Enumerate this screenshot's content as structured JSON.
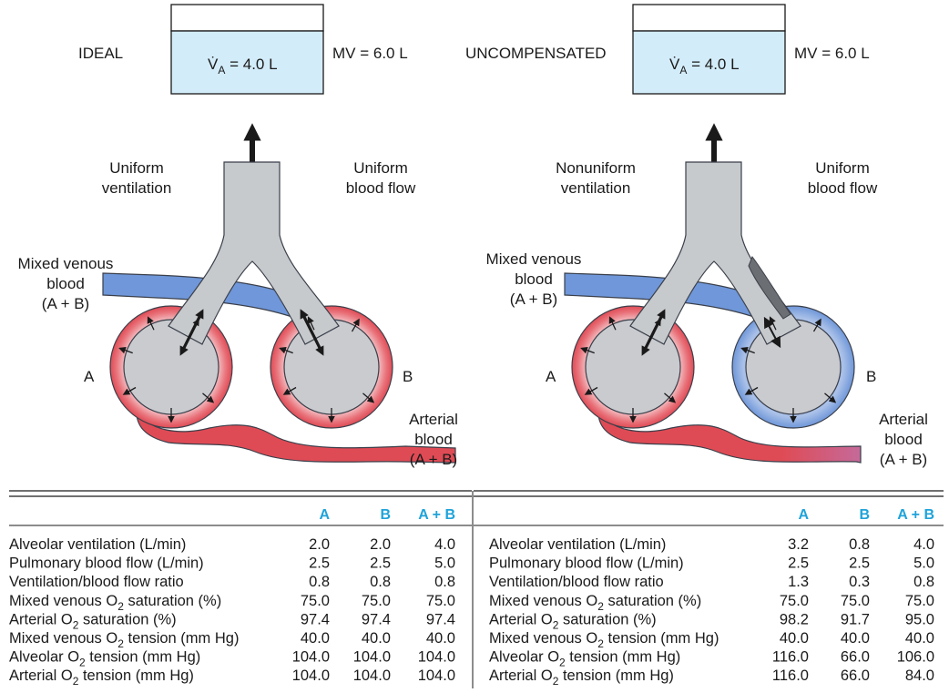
{
  "panels": [
    {
      "mode": "IDEAL",
      "va_main": "V̇",
      "va_sub": "A",
      "va_value": " = 4.0 L",
      "mv": "MV = 6.0 L",
      "vent_label": [
        "Uniform",
        "ventilation"
      ],
      "flow_label": [
        "Uniform",
        "blood flow"
      ],
      "venous_label": [
        "Mixed venous",
        "blood",
        "(A + B)"
      ],
      "arterial_label": [
        "Arterial",
        "blood",
        "(A + B)"
      ],
      "alv_a": "A",
      "alv_b": "B"
    },
    {
      "mode": "UNCOMPENSATED",
      "va_main": "V̇",
      "va_sub": "A",
      "va_value": " = 4.0 L",
      "mv": "MV = 6.0 L",
      "vent_label": [
        "Nonuniform",
        "ventilation"
      ],
      "flow_label": [
        "Uniform",
        "blood flow"
      ],
      "venous_label": [
        "Mixed venous",
        "blood",
        "(A + B)"
      ],
      "arterial_label": [
        "Arterial",
        "blood",
        "(A + B)"
      ],
      "alv_a": "A",
      "alv_b": "B"
    }
  ],
  "tables": [
    {
      "headers": [
        "A",
        "B",
        "A + B"
      ],
      "rows": [
        {
          "label": [
            "Alveolar ventilation (L/min)"
          ],
          "values": [
            "2.0",
            "2.0",
            "4.0"
          ]
        },
        {
          "label": [
            "Pulmonary blood flow (L/min)"
          ],
          "values": [
            "2.5",
            "2.5",
            "5.0"
          ]
        },
        {
          "label": [
            "Ventilation/blood flow ratio"
          ],
          "values": [
            "0.8",
            "0.8",
            "0.8"
          ]
        },
        {
          "label": [
            "Mixed venous O",
            "2",
            " saturation (%)"
          ],
          "values": [
            "75.0",
            "75.0",
            "75.0"
          ]
        },
        {
          "label": [
            "Arterial O",
            "2",
            " saturation (%)"
          ],
          "values": [
            "97.4",
            "97.4",
            "97.4"
          ]
        },
        {
          "label": [
            "Mixed venous O",
            "2",
            " tension (mm Hg)"
          ],
          "values": [
            "40.0",
            "40.0",
            "40.0"
          ]
        },
        {
          "label": [
            "Alveolar O",
            "2",
            " tension (mm Hg)"
          ],
          "values": [
            "104.0",
            "104.0",
            "104.0"
          ]
        },
        {
          "label": [
            "Arterial O",
            "2",
            " tension (mm Hg)"
          ],
          "values": [
            "104.0",
            "104.0",
            "104.0"
          ]
        }
      ]
    },
    {
      "headers": [
        "A",
        "B",
        "A + B"
      ],
      "rows": [
        {
          "label": [
            "Alveolar ventilation (L/min)"
          ],
          "values": [
            "3.2",
            "0.8",
            "4.0"
          ]
        },
        {
          "label": [
            "Pulmonary blood flow (L/min)"
          ],
          "values": [
            "2.5",
            "2.5",
            "5.0"
          ]
        },
        {
          "label": [
            "Ventilation/blood flow ratio"
          ],
          "values": [
            "1.3",
            "0.3",
            "0.8"
          ]
        },
        {
          "label": [
            "Mixed venous O",
            "2",
            " saturation (%)"
          ],
          "values": [
            "75.0",
            "75.0",
            "75.0"
          ]
        },
        {
          "label": [
            "Arterial O",
            "2",
            " saturation (%)"
          ],
          "values": [
            "98.2",
            "91.7",
            "95.0"
          ]
        },
        {
          "label": [
            "Mixed venous O",
            "2",
            " tension (mm Hg)"
          ],
          "values": [
            "40.0",
            "40.0",
            "40.0"
          ]
        },
        {
          "label": [
            "Alveolar O",
            "2",
            " tension (mm Hg)"
          ],
          "values": [
            "116.0",
            "66.0",
            "106.0"
          ]
        },
        {
          "label": [
            "Arterial O",
            "2",
            " tension (mm Hg)"
          ],
          "values": [
            "116.0",
            "66.0",
            "84.0"
          ]
        }
      ]
    }
  ],
  "colors": {
    "venous": "#6f97d9",
    "arterial": "#df4b55",
    "alveolus": "#c9cbcf",
    "airway": "#c7cacd",
    "box_fill": "#d3ecf9",
    "header": "#1fa3d9"
  }
}
